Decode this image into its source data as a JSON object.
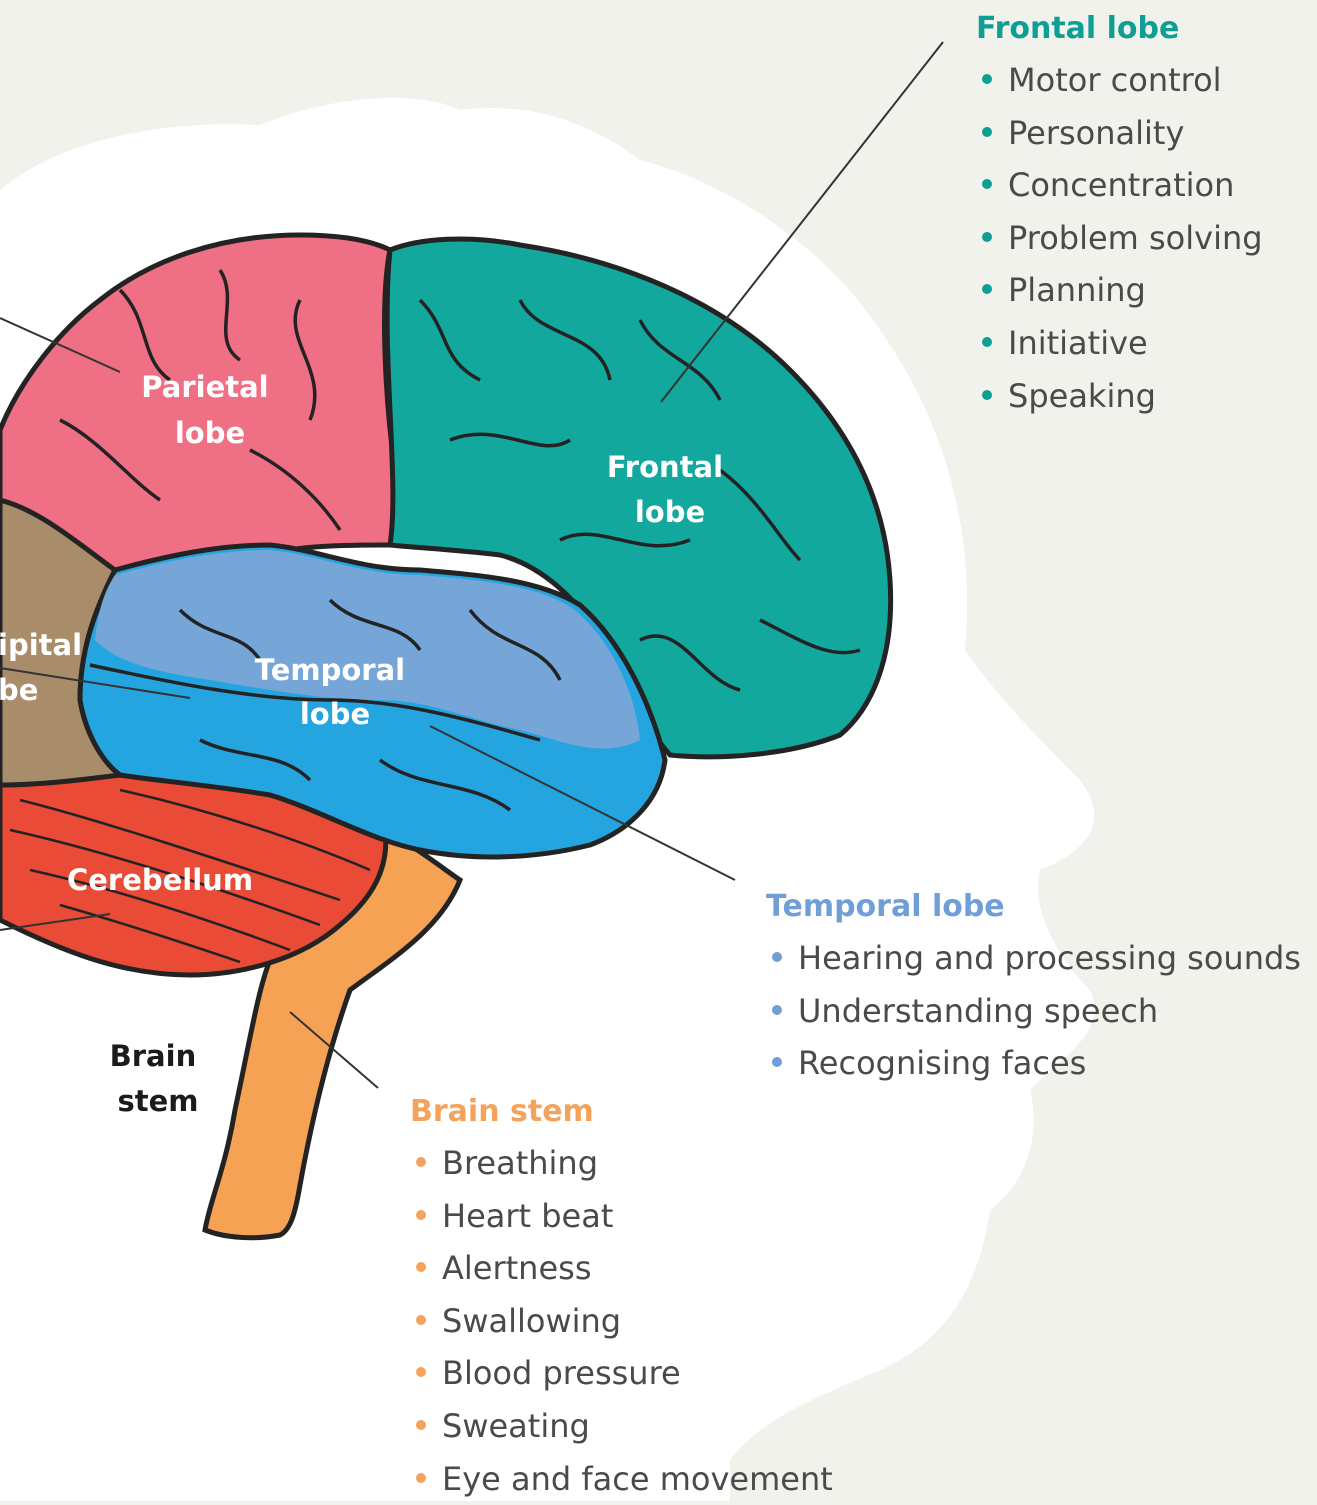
{
  "colors": {
    "background": "#f2f2ec",
    "head_silhouette": "#ffffff",
    "frontal": "#13a89e",
    "frontal_shade": "#1fa86a",
    "parietal": "#ef6f85",
    "temporal_light": "#76a6d8",
    "temporal_dark": "#25a5e0",
    "occipital": "#a98c6a",
    "cerebellum": "#e94b36",
    "brain_stem": "#f6a254",
    "outline": "#232323"
  },
  "labels": {
    "parietal": [
      "Parietal",
      "lobe"
    ],
    "frontal": [
      "Frontal",
      "lobe"
    ],
    "temporal": [
      "Temporal",
      "lobe"
    ],
    "occipital": [
      "ipital",
      "be"
    ],
    "cerebellum": "Cerebellum",
    "brain_stem": [
      "Brain",
      "stem"
    ]
  },
  "legends": {
    "frontal": {
      "title": "Frontal lobe",
      "items": [
        "Motor control",
        "Personality",
        "Concentration",
        "Problem solving",
        "Planning",
        "Initiative",
        "Speaking"
      ]
    },
    "temporal": {
      "title": "Temporal lobe",
      "items": [
        "Hearing and processing sounds",
        "Understanding speech",
        "Recognising faces"
      ]
    },
    "brain_stem": {
      "title": "Brain stem",
      "items": [
        "Breathing",
        "Heart beat",
        "Alertness",
        "Swallowing",
        "Blood pressure",
        "Sweating",
        "Eye and face movement"
      ]
    }
  }
}
